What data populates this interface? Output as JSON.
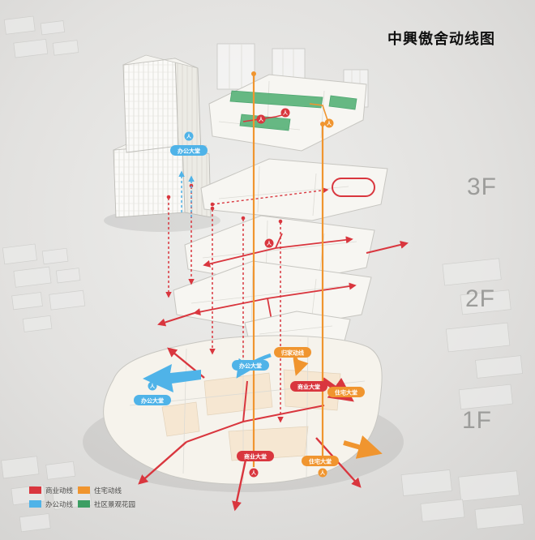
{
  "title": "中興傲舍动线图",
  "floors": [
    {
      "label": "3F"
    },
    {
      "label": "2F"
    },
    {
      "label": "1F"
    }
  ],
  "legend": {
    "items": [
      {
        "label": "商业动线",
        "color": "#d9363e"
      },
      {
        "label": "住宅动线",
        "color": "#f0952f"
      },
      {
        "label": "办公动线",
        "color": "#4fb3e8"
      },
      {
        "label": "社区景观花园",
        "color": "#3c9e63"
      }
    ]
  },
  "badges": [
    {
      "label": "办公大堂",
      "color": "#4fb3e8"
    },
    {
      "label": "办公大堂",
      "color": "#4fb3e8"
    },
    {
      "label": "办公大堂",
      "color": "#4fb3e8"
    },
    {
      "label": "归家动线",
      "color": "#f0952f"
    },
    {
      "label": "商业大堂",
      "color": "#d9363e"
    },
    {
      "label": "住宅大堂",
      "color": "#f0952f"
    },
    {
      "label": "商业大堂",
      "color": "#d9363e"
    },
    {
      "label": "住宅大堂",
      "color": "#f0952f"
    }
  ],
  "icons": {
    "person": "人"
  },
  "colors": {
    "commercial": "#d9363e",
    "residential": "#f0952f",
    "office": "#4fb3e8",
    "garden": "#3c9e63"
  }
}
